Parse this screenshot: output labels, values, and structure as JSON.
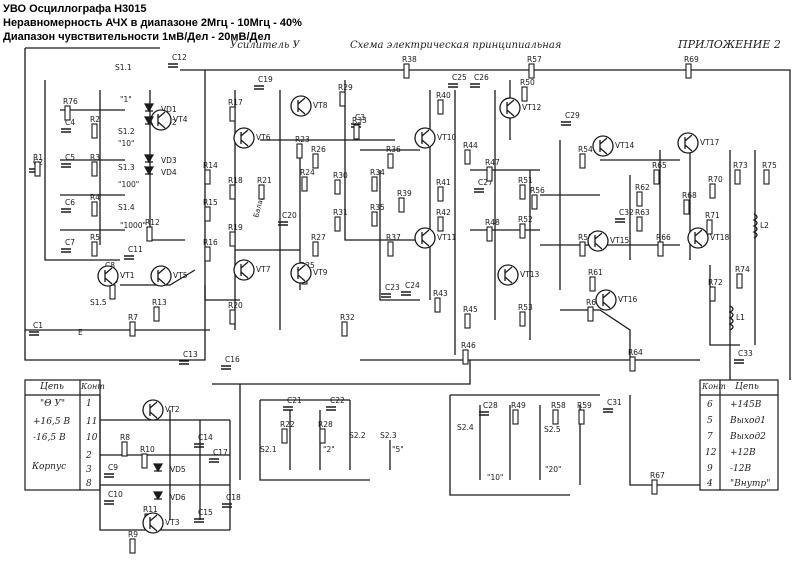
{
  "header": {
    "line1": "УВО Осциллографа Н3015",
    "line2": "Неравномерность АЧХ в диапазоне 2Мгц - 10Мгц - 40%",
    "line3": "Диапазон чувствительности 1мВ/Дел - 20мВ/Дел"
  },
  "titles": {
    "amplifier": "Усилитель У",
    "scheme": "Схема электрическая принципиальная",
    "appendix": "ПРИЛОЖЕНИЕ 2"
  },
  "left_connector": {
    "col_circuit": "Цепь",
    "col_contact": "Конт",
    "rows": [
      {
        "circuit": "\"Θ У\"",
        "contact": "1"
      },
      {
        "circuit": "+16,5 В",
        "contact": "11"
      },
      {
        "circuit": "-16,5 В",
        "contact": "10"
      },
      {
        "circuit": "",
        "contact": "2"
      },
      {
        "circuit": "Корпус",
        "contact": "3"
      },
      {
        "circuit": "",
        "contact": "8"
      }
    ]
  },
  "right_connector": {
    "col_contact": "Конт",
    "col_circuit": "Цепь",
    "rows": [
      {
        "contact": "6",
        "circuit": "+145В"
      },
      {
        "contact": "5",
        "circuit": "Выход1"
      },
      {
        "contact": "7",
        "circuit": "Выход2"
      },
      {
        "contact": "12",
        "circuit": "+12В"
      },
      {
        "contact": "9",
        "circuit": "-12В"
      },
      {
        "contact": "4",
        "circuit": "\"Внутр\""
      }
    ]
  },
  "labels": [
    "C1",
    "C2",
    "C3",
    "C4",
    "C5",
    "C6",
    "C7",
    "C8",
    "C9",
    "C10",
    "C11",
    "C12",
    "C13",
    "C14",
    "C15",
    "C16",
    "C17",
    "C18",
    "C19",
    "C20",
    "C21",
    "C22",
    "C23",
    "C24",
    "C25",
    "C26",
    "C27",
    "C28",
    "C29",
    "C31",
    "C32",
    "C33",
    "R1",
    "R2",
    "R3",
    "R4",
    "R5",
    "R6",
    "R7",
    "R8",
    "R9",
    "R10",
    "R11",
    "R12",
    "R13",
    "R14",
    "R15",
    "R16",
    "R17",
    "R18",
    "R19",
    "R20",
    "R21",
    "R22",
    "R23",
    "R24",
    "R25",
    "R26",
    "R27",
    "R28",
    "R29",
    "R30",
    "R31",
    "R32",
    "R33",
    "R34",
    "R35",
    "R36",
    "R37",
    "R38",
    "R39",
    "R40",
    "R41",
    "R42",
    "R43",
    "R44",
    "R45",
    "R46",
    "R47",
    "R48",
    "R49",
    "R50",
    "R51",
    "R52",
    "R53",
    "R54",
    "R55",
    "R56",
    "R57",
    "R58",
    "R59",
    "R60",
    "R61",
    "R62",
    "R63",
    "R64",
    "R65",
    "R66",
    "R67",
    "R68",
    "R69",
    "R70",
    "R71",
    "R72",
    "R73",
    "R74",
    "R75",
    "R76",
    "VT1",
    "VT2",
    "VT3",
    "VT4",
    "VT5",
    "VT6",
    "VT7",
    "VT8",
    "VT9",
    "VT10",
    "VT11",
    "VT12",
    "VT13",
    "VT14",
    "VT15",
    "VT16",
    "VT17",
    "VT18",
    "VD1",
    "VD2",
    "VD3",
    "VD4",
    "VD5",
    "VD6",
    "L1",
    "L2",
    "S1.1",
    "S1.2",
    "S1.3",
    "S1.4",
    "S1.5",
    "S2.1",
    "S2.2",
    "S2.3",
    "S2.4",
    "S2.5",
    "\"1\"",
    "\"10\"",
    "\"100\"",
    "\"1000\"",
    "\"2\"",
    "\"5\"",
    "\"10\"",
    "\"20\"",
    "Баланс",
    "E"
  ]
}
